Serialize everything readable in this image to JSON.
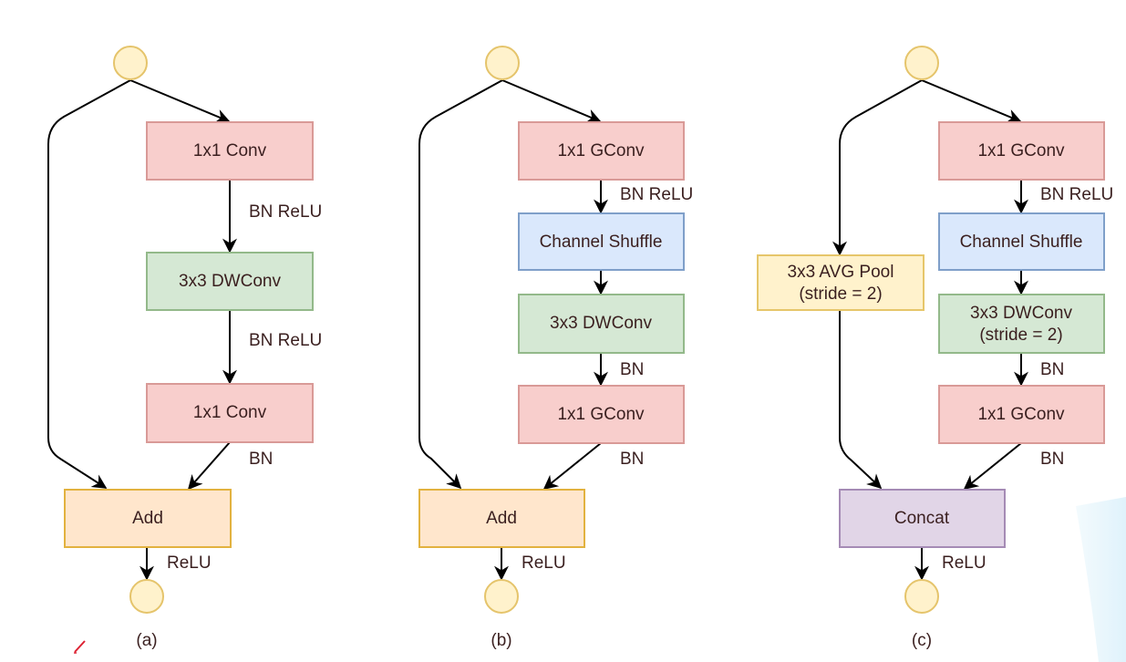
{
  "colors": {
    "conv": "#f8cecc",
    "dwconv": "#d5e8d4",
    "shuffle": "#dae8fc",
    "add": "#ffe6cc",
    "pool": "#fff2cc",
    "concat": "#e1d5e7",
    "node": "#fff2cc"
  },
  "panel_a": {
    "caption": "(a)",
    "box1": "1x1 Conv",
    "label1": "BN ReLU",
    "box2": "3x3 DWConv",
    "label2": "BN ReLU",
    "box3": "1x1 Conv",
    "label3": "BN",
    "merge": "Add",
    "label_out": "ReLU"
  },
  "panel_b": {
    "caption": "(b)",
    "box1": "1x1 GConv",
    "label1": "BN ReLU",
    "box2": "Channel Shuffle",
    "box3": "3x3 DWConv",
    "label3": "BN",
    "box4": "1x1 GConv",
    "label4": "BN",
    "merge": "Add",
    "label_out": "ReLU"
  },
  "panel_c": {
    "caption": "(c)",
    "box1": "1x1 GConv",
    "label1": "BN ReLU",
    "box2": "Channel Shuffle",
    "box3_line1": "3x3 DWConv",
    "box3_line2": "(stride = 2)",
    "label3": "BN",
    "box4": "1x1 GConv",
    "label4": "BN",
    "pool_line1": "3x3 AVG Pool",
    "pool_line2": "(stride = 2)",
    "merge": "Concat",
    "label_out": "ReLU"
  }
}
